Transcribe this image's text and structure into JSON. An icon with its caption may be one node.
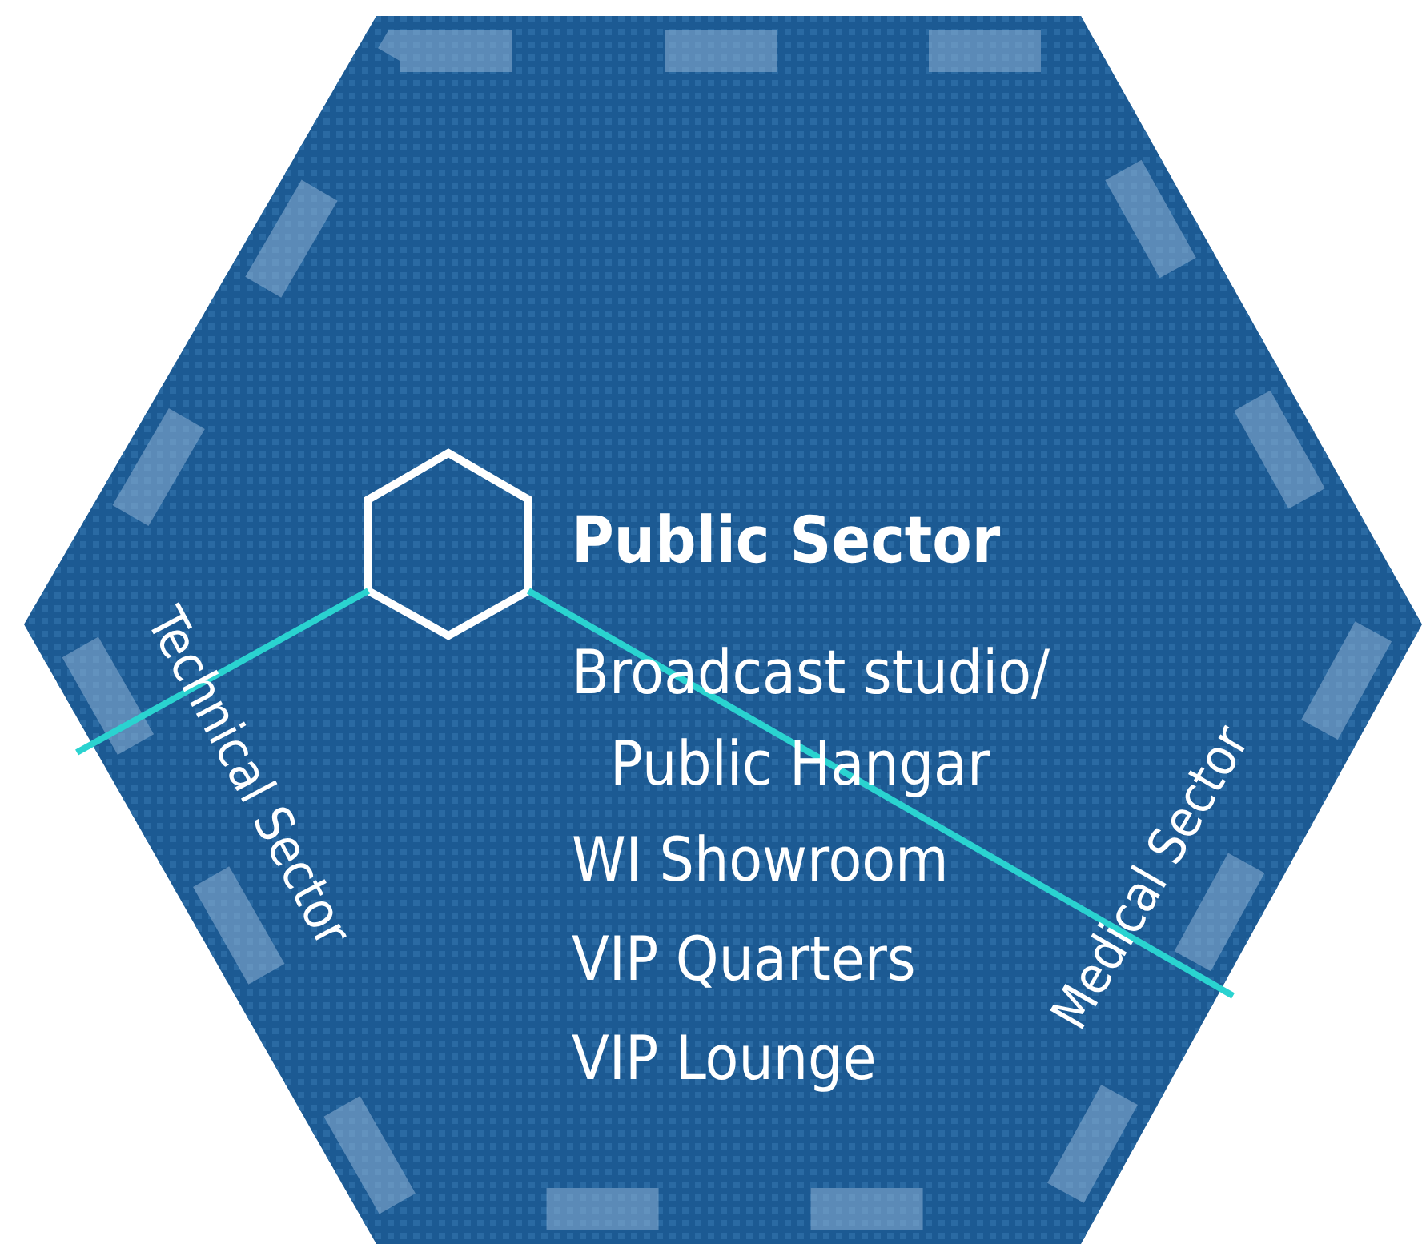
{
  "diagram": {
    "labels": [
      "Public Sector",
      "Broadcast studio/ Public Hangar",
      "WI Showroom",
      "VIP Quarters",
      "VIP Lounge",
      "Technical Sector",
      "Medical Sector"
    ]
  }
}
